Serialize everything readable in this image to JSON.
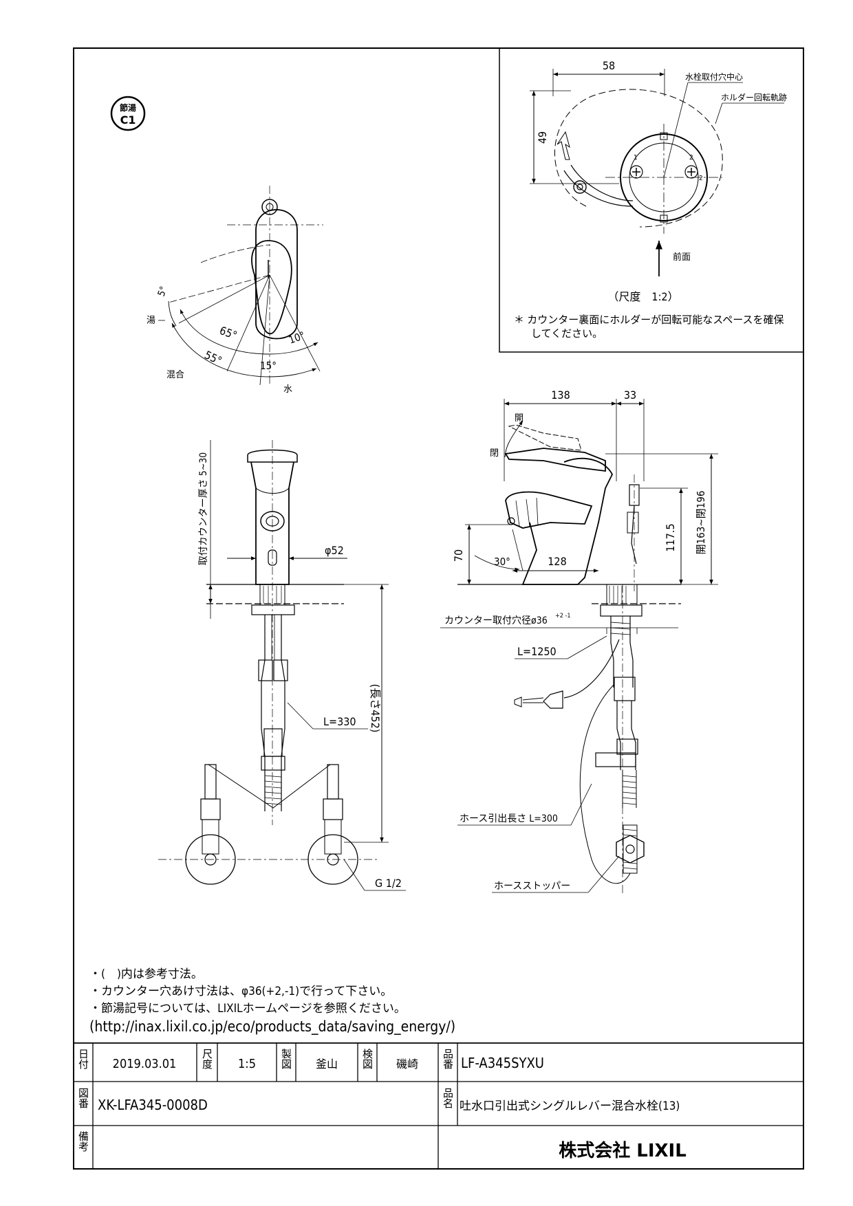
{
  "badge": {
    "line1": "節湯",
    "line2": "C1"
  },
  "top_view": {
    "dim_width": "58",
    "dim_height": "49",
    "label_center": "水栓取付穴中心",
    "label_holder": "ホルダー回転軌跡",
    "label_front": "前面",
    "scale": "（尺度　1:2）",
    "note_line1": "＊ カウンター裏面にホルダーが回転可能なスペースを確保",
    "note_line2": "してください。"
  },
  "lever_view": {
    "angle_5": "5°",
    "angle_65": "65°",
    "angle_55": "55°",
    "angle_10": "10°",
    "angle_15": "15°",
    "label_hot": "湯",
    "label_mix": "混合",
    "label_cold": "水"
  },
  "front_view": {
    "counter_thickness": "取付カウンター厚さ 5~30",
    "dia": "φ52",
    "hose_len": "L=330",
    "total_len": "(長さ452)",
    "thread": "G 1/2"
  },
  "side_view": {
    "dim_138": "138",
    "dim_33": "33",
    "label_open": "開",
    "label_close": "閉",
    "dim_70": "70",
    "angle_30": "30°",
    "dim_128": "128",
    "dim_1175": "117.5",
    "dim_range": "開163~閉196",
    "counter_hole": "カウンター取付穴径ø36",
    "counter_hole_tol": "+2 -1",
    "cable_len": "L=1250",
    "hose_pull": "ホース引出長さ L=300",
    "hose_stopper": "ホースストッパー"
  },
  "notes": [
    "・(　)内は参考寸法。",
    "・カウンター穴あけ寸法は、φ36(+2,-1)で行って下さい。",
    "・節湯記号については、LIXILホームページを参照ください。",
    "(http://inax.lixil.co.jp/eco/products_data/saving_energy/)"
  ],
  "title_block": {
    "date_label": "日付",
    "date": "2019.03.01",
    "scale_label": "尺度",
    "scale": "1:5",
    "made_label": "製図",
    "made_by": "釜山",
    "check_label": "検図",
    "checked_by": "磯崎",
    "partno_label": "品番",
    "part_no": "LF-A345SYXU",
    "drawing_label": "図番",
    "drawing_no": "XK-LFA345-0008D",
    "name_label": "品名",
    "product_name": "吐水口引出式シングルレバー混合水栓(13)",
    "remarks_label": "備考",
    "company": "株式会社 LIXIL"
  }
}
